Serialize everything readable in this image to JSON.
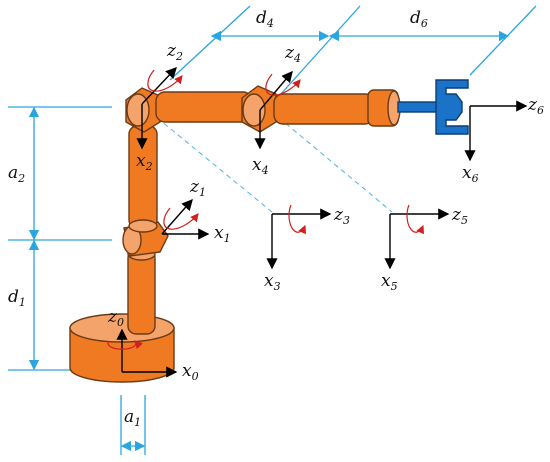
{
  "dimensions": {
    "a2": {
      "main": "a",
      "sub": "2"
    },
    "d1": {
      "main": "d",
      "sub": "1"
    },
    "a1": {
      "main": "a",
      "sub": "1"
    },
    "d4": {
      "main": "d",
      "sub": "4"
    },
    "d6": {
      "main": "d",
      "sub": "6"
    }
  },
  "axes": {
    "z0": {
      "main": "z",
      "sub": "0"
    },
    "x0": {
      "main": "x",
      "sub": "0"
    },
    "z1": {
      "main": "z",
      "sub": "1"
    },
    "x1": {
      "main": "x",
      "sub": "1"
    },
    "z2": {
      "main": "z",
      "sub": "2"
    },
    "x2": {
      "main": "x",
      "sub": "2"
    },
    "z3": {
      "main": "z",
      "sub": "3"
    },
    "x3": {
      "main": "x",
      "sub": "3"
    },
    "z4": {
      "main": "z",
      "sub": "4"
    },
    "x4": {
      "main": "x",
      "sub": "4"
    },
    "z5": {
      "main": "z",
      "sub": "5"
    },
    "x5": {
      "main": "x",
      "sub": "5"
    },
    "z6": {
      "main": "z",
      "sub": "6"
    },
    "x6": {
      "main": "x",
      "sub": "6"
    }
  },
  "colors": {
    "link": "#f07a22",
    "link_light": "#f4a36a",
    "gripper": "#1a73c9",
    "dimension_line": "#2aa6df",
    "rotation_arrow": "#d21f1f"
  }
}
